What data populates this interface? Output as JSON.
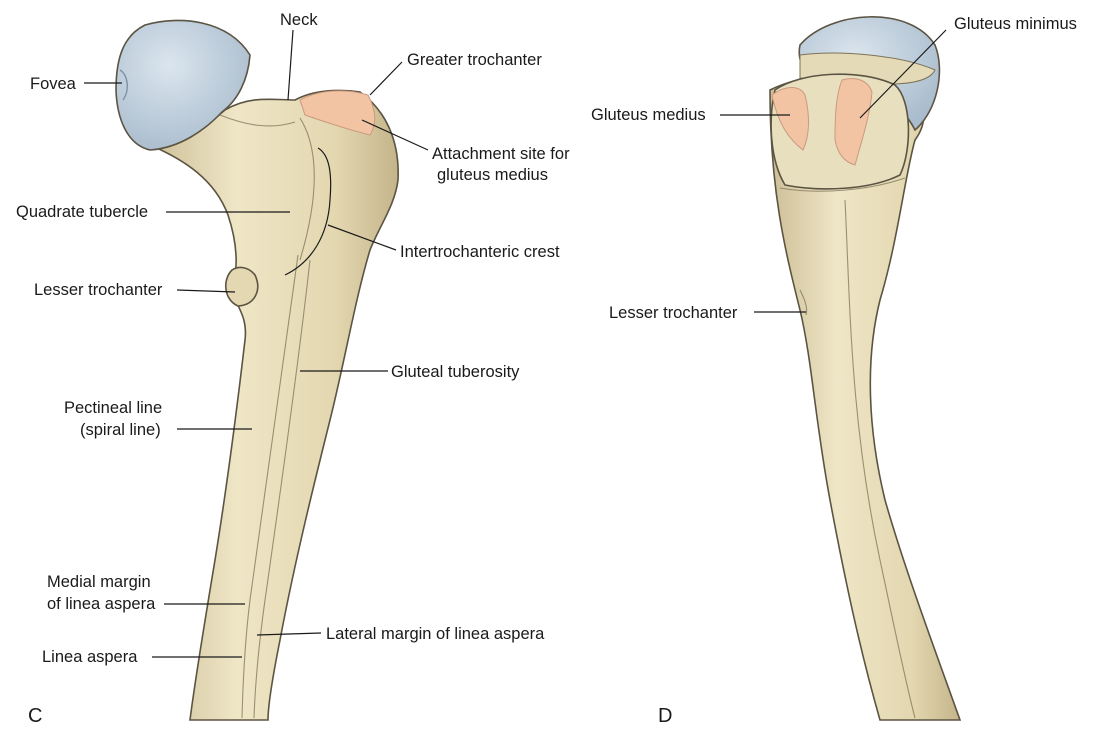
{
  "panels": {
    "left": {
      "letter": "C",
      "labels": {
        "fovea": "Fovea",
        "neck": "Neck",
        "greater_trochanter": "Greater trochanter",
        "attachment_line1": "Attachment site for",
        "attachment_line2": "gluteus medius",
        "quadrate_tubercle": "Quadrate tubercle",
        "intertrochanteric_crest": "Intertrochanteric crest",
        "lesser_trochanter": "Lesser trochanter",
        "gluteal_tuberosity": "Gluteal tuberosity",
        "pectineal_line1": "Pectineal line",
        "pectineal_line2": "(spiral line)",
        "medial_margin_line1": "Medial margin",
        "medial_margin_line2": "of linea aspera",
        "lateral_margin": "Lateral margin of linea aspera",
        "linea_aspera": "Linea aspera"
      }
    },
    "right": {
      "letter": "D",
      "labels": {
        "gluteus_minimus": "Gluteus minimus",
        "gluteus_medius": "Gluteus medius",
        "lesser_trochanter": "Lesser trochanter"
      }
    }
  },
  "colors": {
    "bone": "#e6dcb8",
    "bone_shadow": "#cbbd93",
    "cartilage": "#b9c9d8",
    "muscle_attachment": "#f2c4a4",
    "text": "#1a1a1a"
  }
}
